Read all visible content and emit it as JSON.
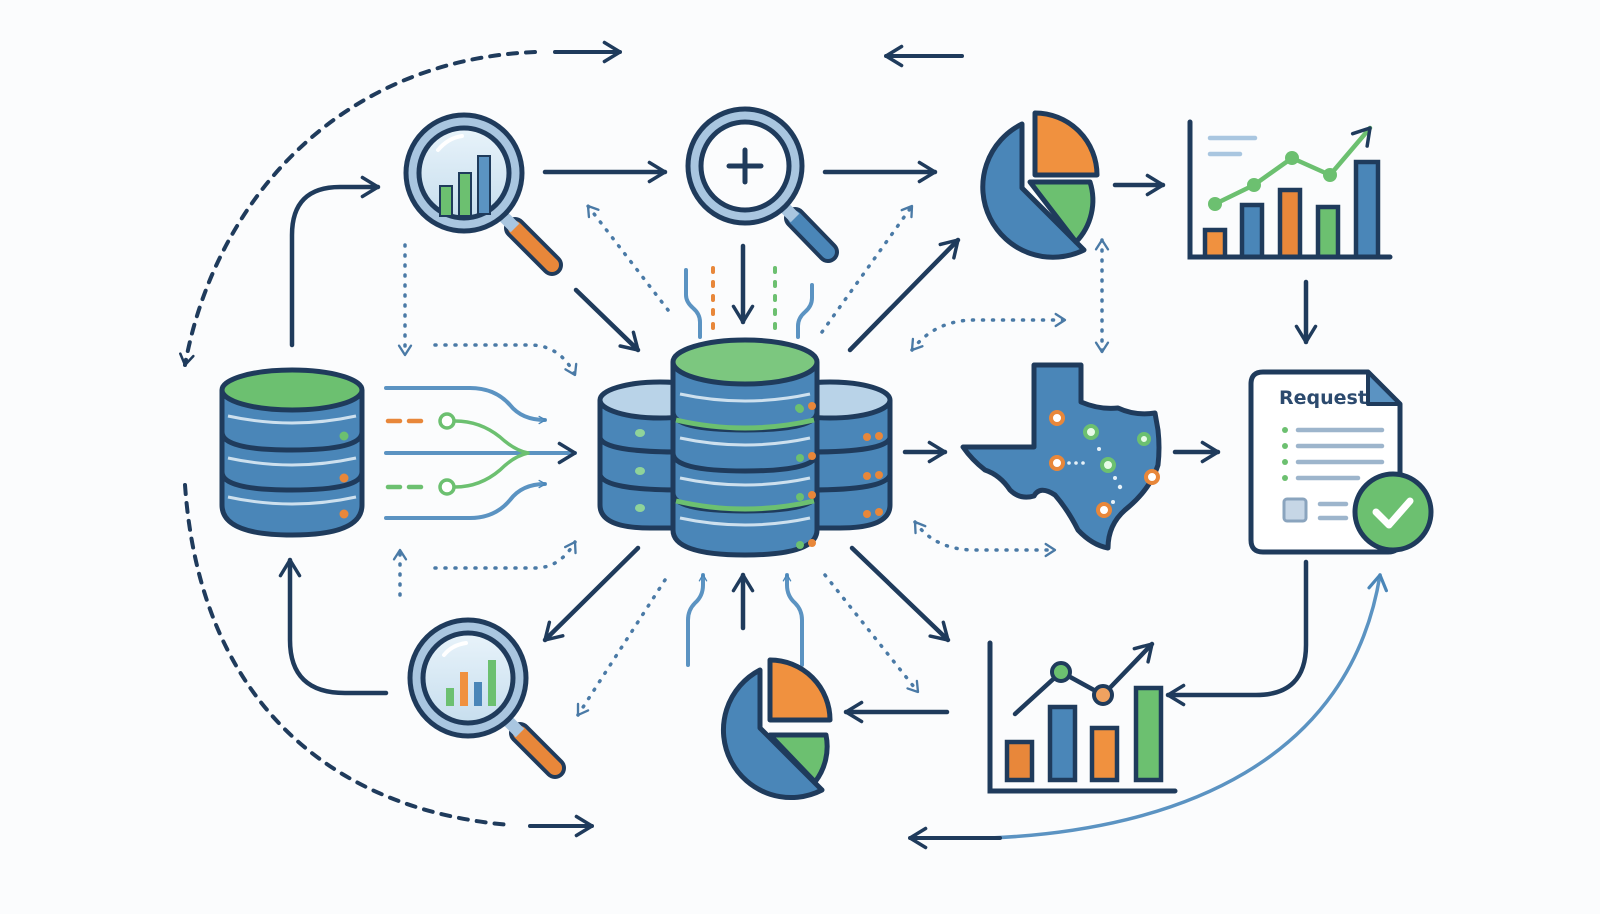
{
  "diagram": {
    "title": "Data workflow illustration",
    "background": "#fbfcfd",
    "colors": {
      "navy": "#1f3b5c",
      "blue": "#4a86b8",
      "light_blue": "#a9c6e0",
      "green": "#6cc070",
      "orange": "#e8873a"
    },
    "nodes": [
      {
        "id": "source-database",
        "icon": "database-icon"
      },
      {
        "id": "central-database-cluster",
        "icon": "database-cluster-icon"
      },
      {
        "id": "magnifier-chart-top",
        "icon": "magnifier-chart-icon"
      },
      {
        "id": "magnifier-plus",
        "icon": "zoom-in-icon"
      },
      {
        "id": "pie-chart-top",
        "icon": "pie-chart-icon"
      },
      {
        "id": "bar-chart-trend-top",
        "icon": "bar-chart-icon"
      },
      {
        "id": "texas-map",
        "icon": "texas-map-icon"
      },
      {
        "id": "request-document",
        "icon": "document-check-icon"
      },
      {
        "id": "bar-chart-trend-bottom",
        "icon": "bar-chart-icon"
      },
      {
        "id": "pie-chart-bottom",
        "icon": "pie-chart-icon"
      },
      {
        "id": "magnifier-chart-bottom",
        "icon": "magnifier-chart-icon"
      }
    ],
    "request_document": {
      "label": "Request",
      "status": "approved"
    }
  }
}
